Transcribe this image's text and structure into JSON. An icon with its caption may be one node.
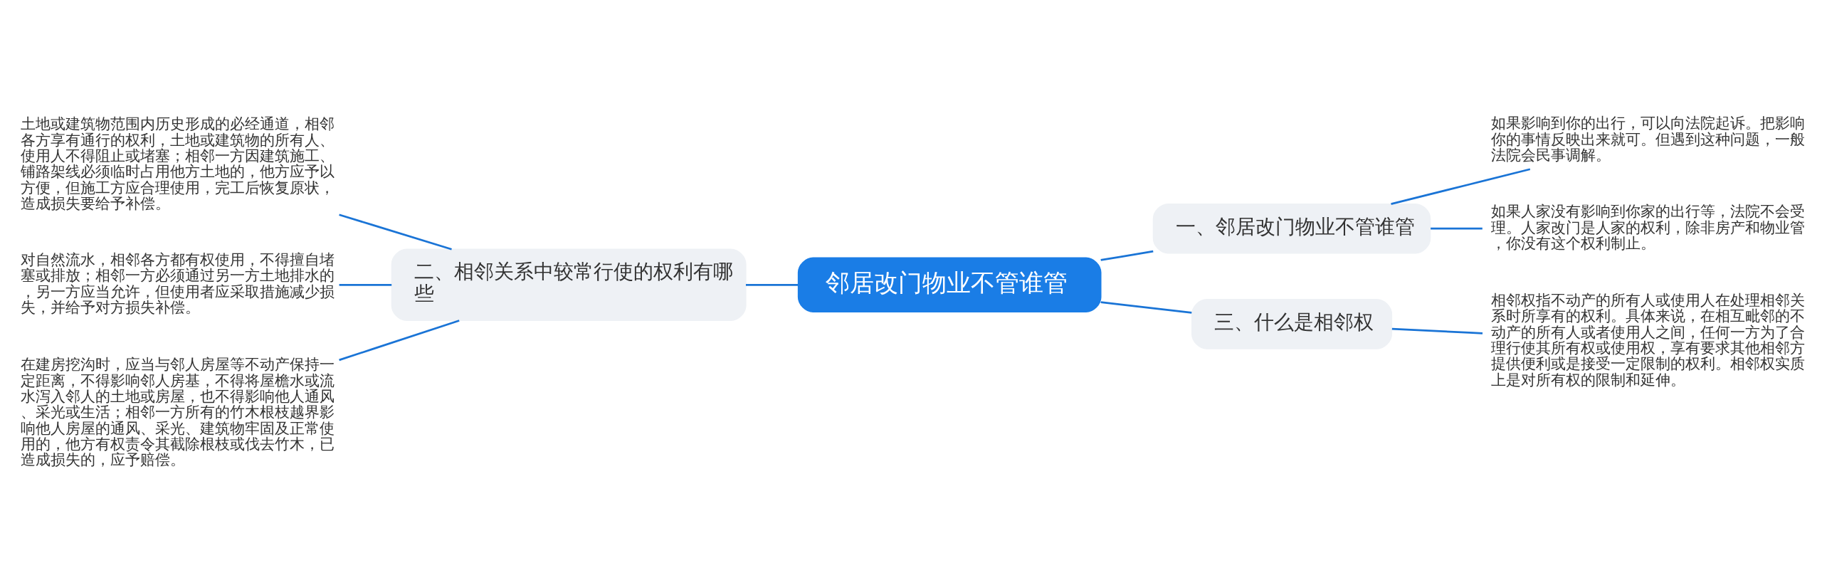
{
  "diagram": {
    "nodes": [
      {
        "text": [
          "邻居改门物业不管谁管"
        ]
      },
      {
        "text": [
          "一、邻居改门物业不管谁管"
        ]
      },
      {
        "text": [
          "二、相邻关系中较常行使的权利有哪些"
        ]
      },
      {
        "text": [
          "三、什么是相邻权"
        ]
      },
      {
        "text": [
          "如果影响到你的出行，可以向法院起诉。把影响你的事情反映出来就可。但遇到这种问题，一般法院会民事调解。"
        ]
      },
      {
        "text": [
          "如果人家没有影响到你家的出行等，法院不会受理。人家改门是人家的权利，除非房产和物业管，你没有这个权利制止。"
        ]
      },
      {
        "text": [
          "土地或建筑物范围内历史形成的必经通道，相邻各方享有通行的权利，土地或建筑物的所有人、使用人不得阻止或堵塞；相邻一方因建筑施工、铺路架线必须临时占用他方土地的，他方应予以方便，但施工方应合理使用，完工后恢复原状，造成损失要给予补偿。"
        ]
      },
      {
        "text": [
          "对自然流水，相邻各方都有权使用，不得擅自堵塞或排放；相邻一方必须通过另一方土地排水的，另一方应当允许，但使用者应采取措施减少损失，并给予对方损失补偿。"
        ]
      },
      {
        "text": [
          "在建房挖沟时，应当与邻人房屋等不动产保持一定距离，不得影响邻人房基，不得将屋檐水或流水泻入邻人的土地或房屋，也不得影响他人通风、采光或生活；相邻一方所有的竹木根枝越界影响他人房屋的通风、采光、建筑物牢固及正常使用的，他方有权责令其截除根枝或伐去竹木，已造成损失的，应予赔偿。"
        ]
      },
      {
        "text": [
          "相邻权指不动产的所有人或使用人在处理相邻关系时所享有的权利。具体来说，在相互毗邻的不动产的所有人或者使用人之间，任何一方为了合理行使其所有权或使用权，享有要求其他相邻方提供便利或是接受一定限制的权利。相邻权实质上是对所有权的限制和延伸。"
        ]
      }
    ],
    "edges": [
      {
        "from": 0,
        "to": 1,
        "arrow": "none"
      },
      {
        "from": 0,
        "to": 2,
        "arrow": "none"
      },
      {
        "from": 0,
        "to": 3,
        "arrow": "none"
      },
      {
        "from": 1,
        "to": 4,
        "arrow": "none"
      },
      {
        "from": 1,
        "to": 5,
        "arrow": "none"
      },
      {
        "from": 2,
        "to": 6,
        "arrow": "none"
      },
      {
        "from": 2,
        "to": 7,
        "arrow": "none"
      },
      {
        "from": 2,
        "to": 8,
        "arrow": "none"
      },
      {
        "from": 3,
        "to": 9,
        "arrow": "none"
      }
    ]
  }
}
